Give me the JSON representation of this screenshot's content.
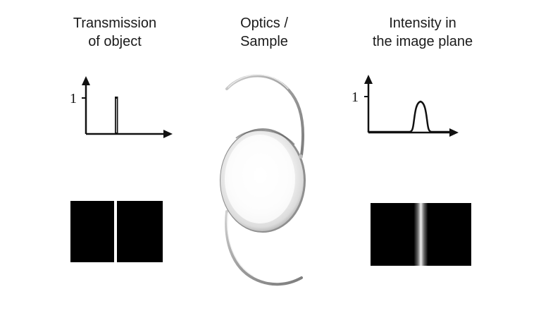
{
  "columns": {
    "left": {
      "title_line1": "Transmission",
      "title_line2": "of object",
      "axis_tick_label": "1"
    },
    "center": {
      "title_line1": "Optics /",
      "title_line2": "Sample"
    },
    "right": {
      "title_line1": "Intensity in",
      "title_line2": "the image plane",
      "axis_tick_label": "1"
    }
  },
  "colors": {
    "ink": "#111111",
    "background": "#ffffff",
    "slit_fill": "#000000"
  },
  "icons": {
    "lens": "intraocular-lens-image"
  }
}
